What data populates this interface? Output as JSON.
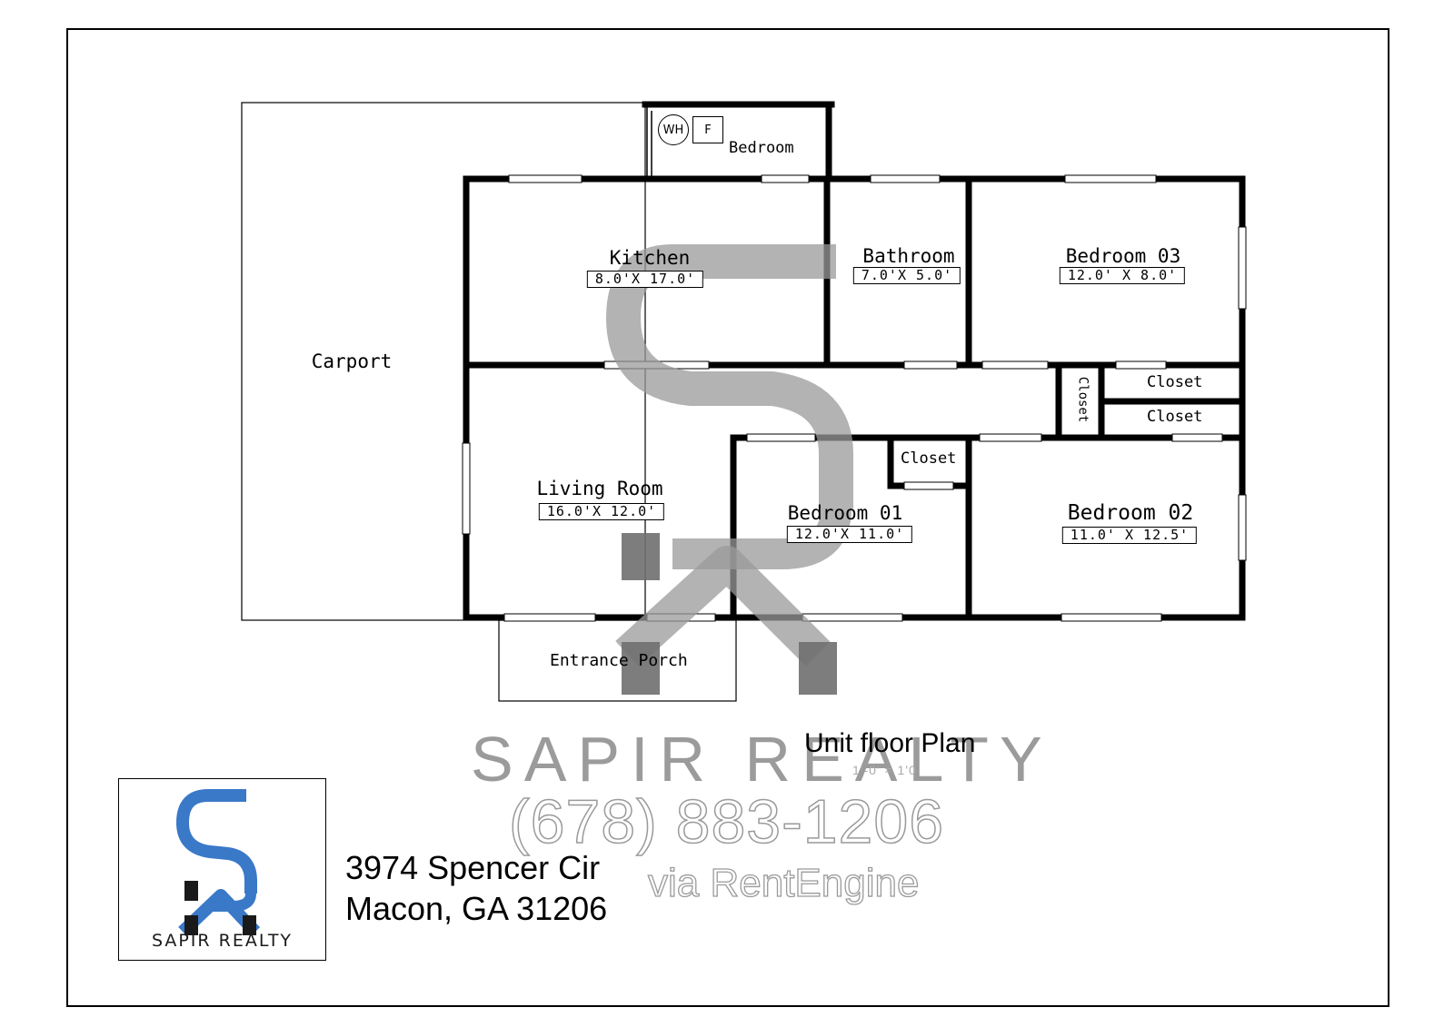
{
  "rooms": {
    "utility_bedroom": "Bedroom",
    "kitchen": {
      "label": "Kitchen",
      "size": "8.0'X 17.0'"
    },
    "bathroom": {
      "label": "Bathroom",
      "size": "7.0'X 5.0'"
    },
    "bedroom03": {
      "label": "Bedroom 03",
      "size": "12.0' X 8.0'"
    },
    "carport": "Carport",
    "closet_vertical": "Closet",
    "closet_a": "Closet",
    "closet_b": "Closet",
    "closet_c": "Closet",
    "living": {
      "label": "Living Room",
      "size": "16.0'X 12.0'"
    },
    "bedroom01": {
      "label": "Bedroom 01",
      "size": "12.0'X 11.0'"
    },
    "bedroom02": {
      "label": "Bedroom 02",
      "size": "11.0' X 12.5'"
    },
    "porch": "Entrance Porch"
  },
  "fixtures": {
    "water_heater": "WH",
    "furnace": "F"
  },
  "plan": {
    "title": "Unit floor Plan",
    "scale": "1'-0' = 1'0"
  },
  "address": {
    "line1": "3974 Spencer Cir",
    "line2": "Macon, GA 31206"
  },
  "logo": {
    "text": "SAPIR REALTY",
    "accent_color": "#3a78c8"
  },
  "watermark": {
    "brand": "SAPIR REALTY",
    "phone": "(678) 883-1206",
    "via": "via RentEngine"
  }
}
